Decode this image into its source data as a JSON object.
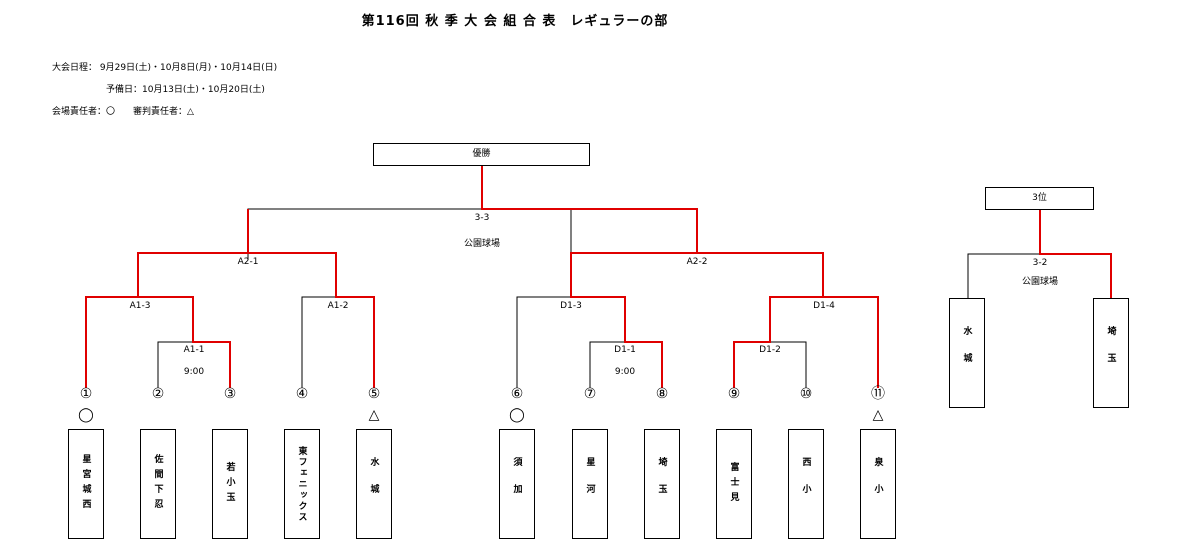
{
  "title": "第116回 秋 季 大 会 組 合 表　レギュラーの部",
  "info": {
    "schedule": "大会日程： 9月29日(土)・10月8日(月)・10月14日(日)",
    "reserve": "予備日：10月13日(土)・10月20日(土)",
    "roles": "会場責任者：〇　　審判責任者：△"
  },
  "bracket": {
    "champion": "優勝",
    "final_code": "3-3",
    "final_venue": "公園球場",
    "semis": [
      "A2-1",
      "A2-2"
    ],
    "quarters": [
      "A1-3",
      "A1-2",
      "D1-3",
      "D1-4"
    ],
    "first_round": [
      {
        "code": "A1-1",
        "time": "9:00"
      },
      {
        "code": "D1-1",
        "time": "9:00"
      },
      {
        "code": "D1-2",
        "time": ""
      }
    ],
    "numbers": [
      "①",
      "②",
      "③",
      "④",
      "⑤",
      "⑥",
      "⑦",
      "⑧",
      "⑨",
      "⑩",
      "⑪"
    ],
    "marks": {
      "m1": "◯",
      "m5": "△",
      "m6": "◯",
      "m11": "△"
    },
    "teams": [
      "星宮城西",
      "佐間下忍",
      "若小玉",
      "東フェニックス",
      "水城",
      "須加",
      "星河",
      "埼玉",
      "富士見",
      "西小",
      "泉小"
    ]
  },
  "third_place": {
    "label": "3位",
    "code": "3-2",
    "venue": "公園球場",
    "teams": [
      "水城",
      "埼玉"
    ]
  },
  "colors": {
    "winner_line": "#e00000",
    "line": "#000000"
  }
}
